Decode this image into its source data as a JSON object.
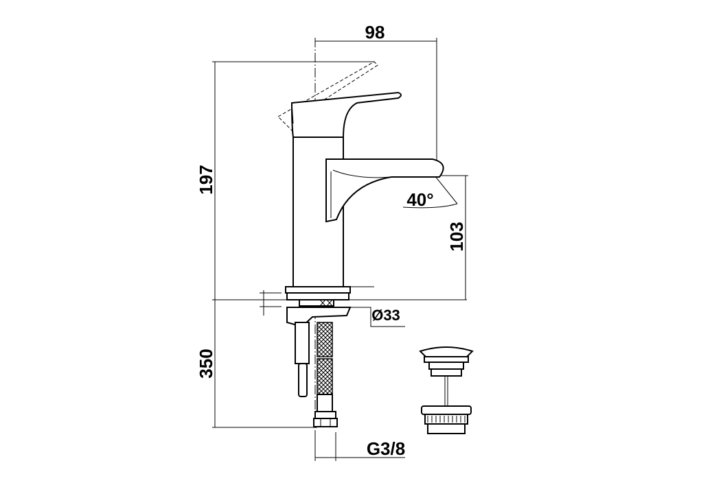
{
  "dimensions": {
    "width": "98",
    "height": "197",
    "spout_height": "103",
    "angle": "40°",
    "diameter": "Ø33",
    "hose_length": "350",
    "thread": "G3/8"
  }
}
